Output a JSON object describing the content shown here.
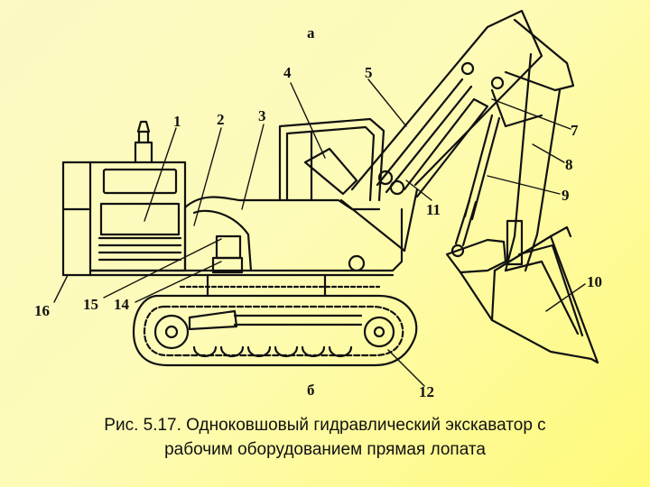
{
  "figure": {
    "view_top_label": "а",
    "view_bottom_label": "б",
    "callouts": [
      "1",
      "2",
      "3",
      "4",
      "5",
      "7",
      "8",
      "9",
      "10",
      "11",
      "12",
      "14",
      "15",
      "16"
    ]
  },
  "caption": {
    "line1": "Рис. 5.17. Одноковшовый гидравлический экскаватор с",
    "line2": "рабочим оборудованием прямая лопата"
  },
  "colors": {
    "ink": "#111111",
    "background": "#fdfbb8"
  }
}
